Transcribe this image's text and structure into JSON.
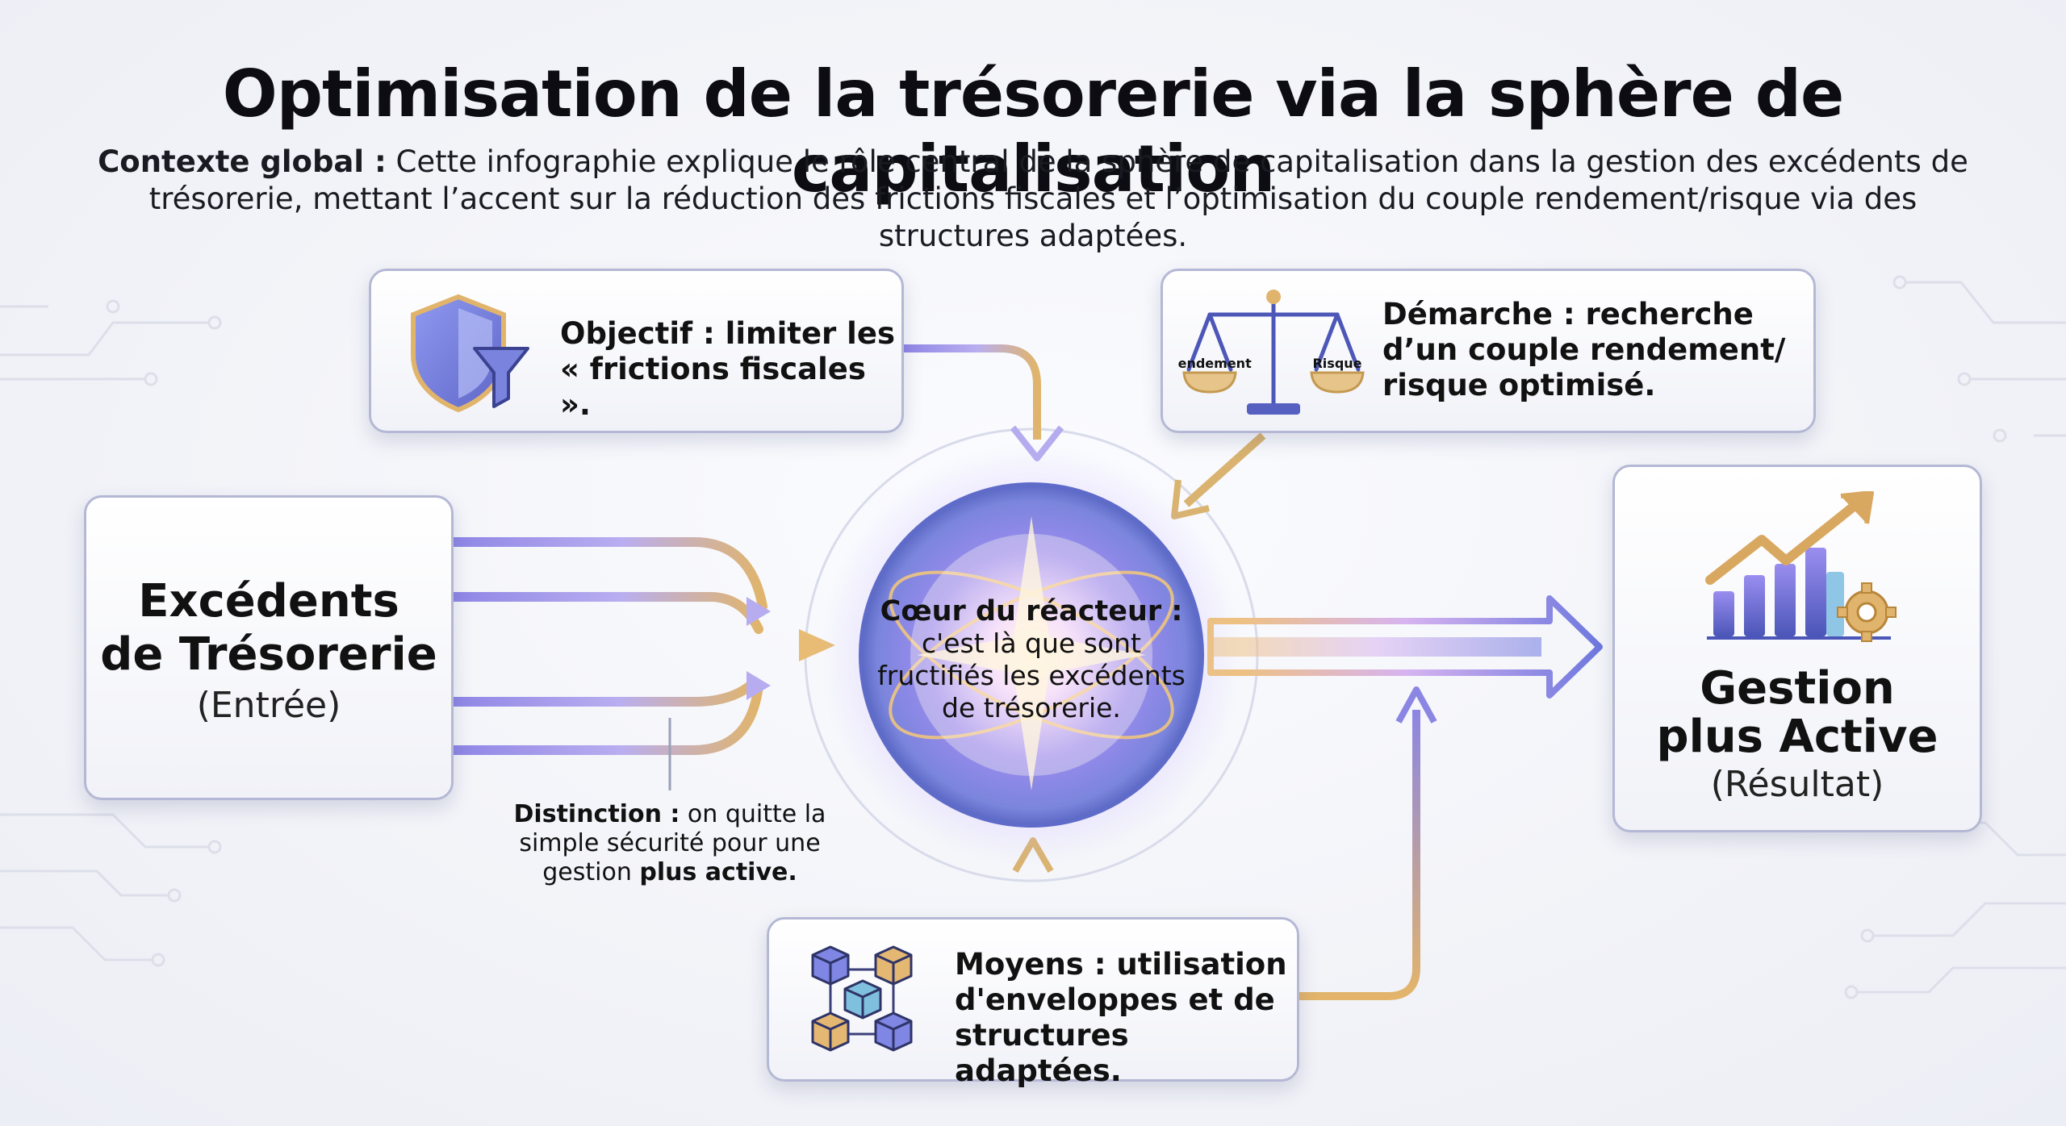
{
  "title": "Optimisation de la trésorerie via la sphère de capitalisation",
  "context": {
    "label": "Contexte global :",
    "text": "Cette infographie explique le rôle central de la sphère de capitalisation dans la gestion des excédents de trésorerie, mettant l’accent sur la réduction des frictions fiscales et l’optimisation du couple rendement/risque via des structures adaptées."
  },
  "input_box": {
    "title_line1": "Excédents",
    "title_line2": "de Trésorerie",
    "subtitle": "(Entrée)"
  },
  "objective": {
    "line1": "Objectif : limiter les",
    "line2": "« frictions fiscales »."
  },
  "approach": {
    "line1": "Démarche : recherche",
    "line2": "d’un couple rendement/",
    "line3": "risque optimisé.",
    "scale_left_label": "Rendement",
    "scale_right_label": "Risque"
  },
  "core": {
    "line1": "Cœur du réacteur :",
    "line2": "c'est là que sont",
    "line3": "fructifiés les excédents",
    "line4": "de trésorerie."
  },
  "means": {
    "line1": "Moyens : utilisation",
    "line2": "d'enveloppes et de",
    "line3": "structures adaptées."
  },
  "distinction": {
    "label": "Distinction :",
    "text1": " on quitte la",
    "line2": "simple sécurité pour une",
    "text3": "gestion ",
    "bold3": "plus active."
  },
  "result_box": {
    "title_line1": "Gestion",
    "title_line2": "plus Active",
    "subtitle": "(Résultat)"
  },
  "colors": {
    "accent_purple": "#8a7fe0",
    "accent_gold": "#d9a860",
    "card_border": "#b4b8d4",
    "title_text": "#0c0c12"
  },
  "icons": [
    "shield-funnel-icon",
    "balance-scale-icon",
    "sphere-core-icon",
    "cubes-network-icon",
    "growth-chart-gear-icon"
  ]
}
